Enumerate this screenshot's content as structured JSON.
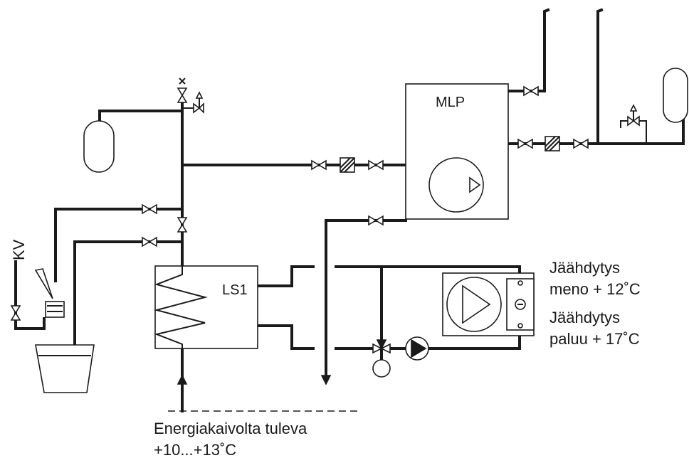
{
  "labels": {
    "mlp": "MLP",
    "ls1": "LS1",
    "kv": "KV",
    "cooling_supply_line1": "Jäähdytys",
    "cooling_supply_line2": "meno + 12˚C",
    "cooling_return_line1": "Jäähdytys",
    "cooling_return_line2": "paluu + 17˚C",
    "source_line1": "Energiakaivolta tuleva",
    "source_line2": "+10...+13˚C",
    "fan_coil_symbol": "⊖"
  },
  "icons": [
    "valve-icon",
    "filter-icon",
    "pump-icon",
    "expansion-tank-icon",
    "safety-valve-icon",
    "air-vent-icon",
    "three-way-valve-icon",
    "heat-exchanger-coil-icon",
    "flow-arrow-icon"
  ],
  "colors": {
    "line": "#1a1a1a",
    "background": "#ffffff"
  }
}
